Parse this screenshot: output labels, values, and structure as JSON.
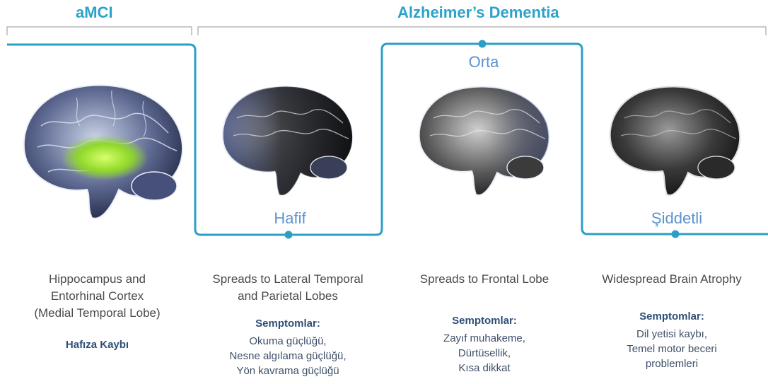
{
  "headers": {
    "amci": "aMCI",
    "dementia": "Alzheimer’s Dementia"
  },
  "stages": {
    "mild": "Hafif",
    "moderate": "Orta",
    "severe": "Şiddetli"
  },
  "columns": [
    {
      "region": [
        "Hippocampus and",
        "Entorhinal Cortex",
        "(Medial Temporal Lobe)"
      ],
      "symptom_header": "",
      "symptoms": [
        "Hafıza Kaybı"
      ]
    },
    {
      "region": [
        "Spreads to Lateral Temporal",
        "and Parietal Lobes"
      ],
      "symptom_header": "Semptomlar:",
      "symptoms": [
        "Okuma güçlüğü,",
        "Nesne algılama güçlüğü,",
        "Yön kavrama güçlüğü"
      ]
    },
    {
      "region": [
        "Spreads to Frontal Lobe"
      ],
      "symptom_header": "Semptomlar:",
      "symptoms": [
        "Zayıf muhakeme,",
        "Dürtüsellik,",
        "Kısa dikkat"
      ]
    },
    {
      "region": [
        "Widespread Brain Atrophy"
      ],
      "symptom_header": "Semptomlar:",
      "symptoms": [
        "Dil yetisi kaybı,",
        "Temel motor beceri",
        "problemleri"
      ]
    }
  ],
  "colors": {
    "accent": "#2aa3c9",
    "timeline": "#2d9ec6",
    "highlight": "#9be22e"
  }
}
